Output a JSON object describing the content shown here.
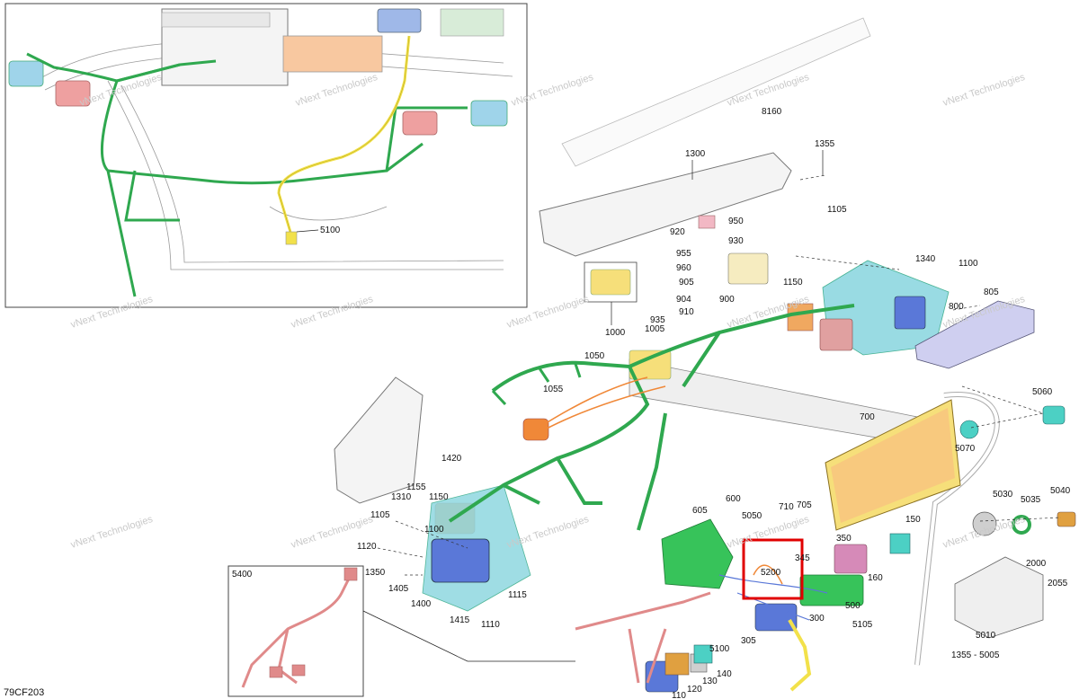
{
  "figure_id": "79CF203",
  "watermark": "vNext Technologies",
  "colors": {
    "harness_green": "#2fa84f",
    "harness_yellow": "#f2e14a",
    "harness_pink": "#e08a8a",
    "connector_blue": "#5a78d8",
    "module_cyan": "#8fd8e0",
    "module_orange": "#f0a860",
    "module_yellow": "#f6df7a",
    "highlight_red": "#e00000"
  },
  "callouts": {
    "c5100a": "5100",
    "c8160": "8160",
    "c1355": "1355",
    "c1300": "1300",
    "c1105a": "1105",
    "c950": "950",
    "c920": "920",
    "c930": "930",
    "c955": "955",
    "c960": "960",
    "c905": "905",
    "c900": "900",
    "c904": "904",
    "c910": "910",
    "c935": "935",
    "c1005": "1005",
    "c1000": "1000",
    "c1150a": "1150",
    "c1340": "1340",
    "c1100a": "1100",
    "c805": "805",
    "c800": "800",
    "c1050": "1050",
    "c1055": "1055",
    "c5060": "5060",
    "c5070": "5070",
    "c700": "700",
    "c1420": "1420",
    "c1155": "1155",
    "c1310": "1310",
    "c1150b": "1150",
    "c1105b": "1105",
    "c1100b": "1100",
    "c1120": "1120",
    "c1350": "1350",
    "c1405": "1405",
    "c1400": "1400",
    "c1115": "1115",
    "c1415": "1415",
    "c1110": "1110",
    "c5400": "5400",
    "c605": "605",
    "c600": "600",
    "c710": "710",
    "c705": "705",
    "c5050": "5050",
    "c5030": "5030",
    "c5035": "5035",
    "c5040": "5040",
    "c150": "150",
    "c350": "350",
    "c345": "345",
    "c5200": "5200",
    "c160": "160",
    "c500": "500",
    "c300": "300",
    "c5105": "5105",
    "c305": "305",
    "c5100b": "5100",
    "c140": "140",
    "c130": "130",
    "c120": "120",
    "c110": "110",
    "c2000": "2000",
    "c2055": "2055",
    "c5010": "5010",
    "c1355_5005": "1355 - 5005"
  }
}
